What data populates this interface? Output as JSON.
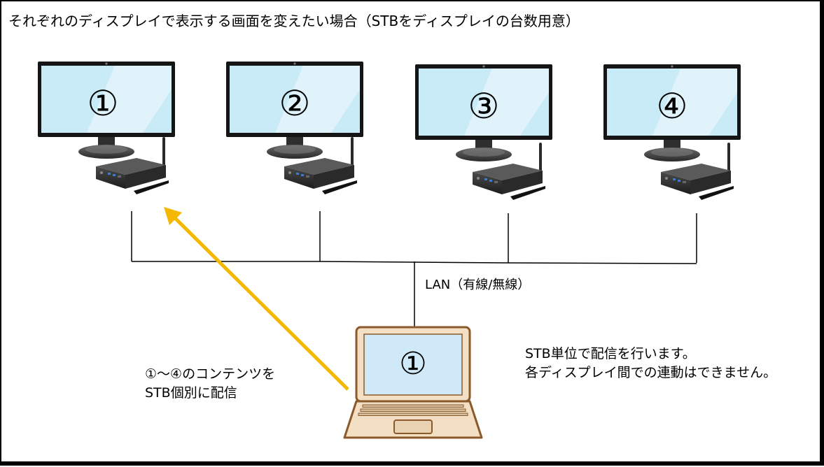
{
  "title": "それぞれのディスプレイで表示する画面を変えたい場合（STBをディスプレイの台数用意）",
  "displays": [
    {
      "label": "①"
    },
    {
      "label": "②"
    },
    {
      "label": "③"
    },
    {
      "label": "④"
    }
  ],
  "laptop": {
    "label": "①"
  },
  "network": {
    "label": "LAN（有線/無線）"
  },
  "distribution": {
    "line1": "①～④のコンテンツを",
    "line2": "STB個別に配信"
  },
  "note": {
    "line1": "STB単位で配信を行います。",
    "line2": "各ディスプレイ間での連動はできません。"
  },
  "colors": {
    "screen": "#c9ebf7",
    "screen_highlight": "#e4f5fb",
    "bezel": "#141414",
    "arrow": "#f5b800",
    "laptop_body": "#f3dfc4",
    "laptop_outline": "#8b5a2b",
    "laptop_screen": "#cfe9f8"
  }
}
